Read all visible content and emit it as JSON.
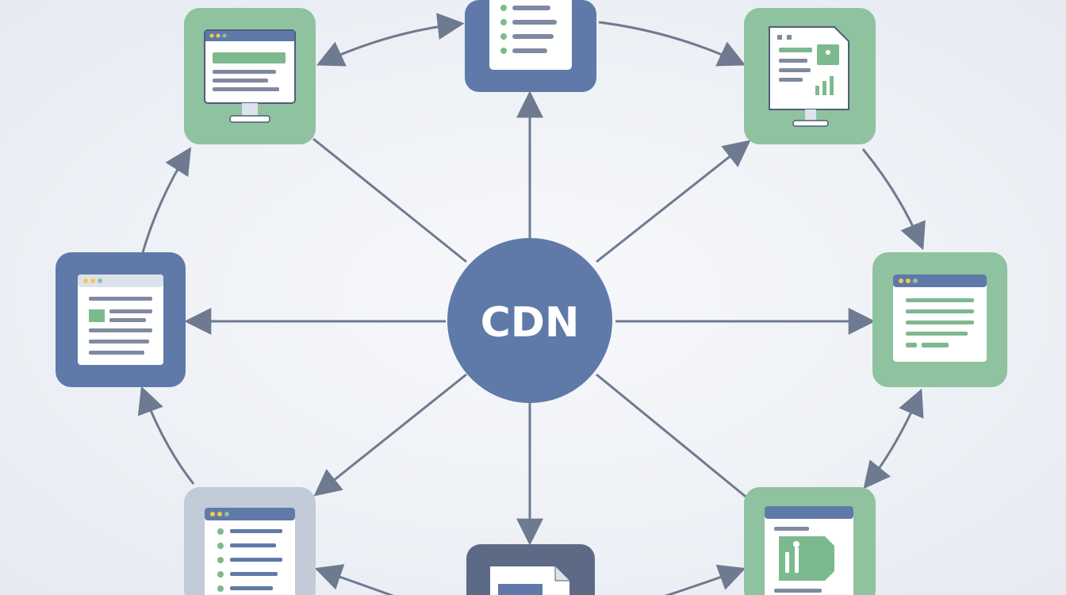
{
  "hub": {
    "label": "CDN",
    "color": "#5f7aa8"
  },
  "colors": {
    "blue_tile": "#5f7aa8",
    "green_tile": "#8fc29f",
    "gray_tile": "#c3cad8",
    "slate_tile": "#5c6a86",
    "arrow": "#6e7a90",
    "screen_header": "#5f7aa8",
    "line_green": "#7db98f",
    "line_gray": "#7f8aa1"
  },
  "nodes": [
    {
      "id": "top-center",
      "tile": "blue",
      "icon": "document-list-icon"
    },
    {
      "id": "top-left",
      "tile": "green",
      "icon": "monitor-webpage-icon"
    },
    {
      "id": "top-right",
      "tile": "green",
      "icon": "monitor-dashboard-icon"
    },
    {
      "id": "middle-left",
      "tile": "blue",
      "icon": "browser-window-icon"
    },
    {
      "id": "middle-right",
      "tile": "green",
      "icon": "browser-window-icon"
    },
    {
      "id": "bottom-left",
      "tile": "gray",
      "icon": "browser-list-icon"
    },
    {
      "id": "bottom-center",
      "tile": "slate",
      "icon": "file-icon"
    },
    {
      "id": "bottom-right",
      "tile": "green",
      "icon": "browser-media-icon"
    }
  ]
}
